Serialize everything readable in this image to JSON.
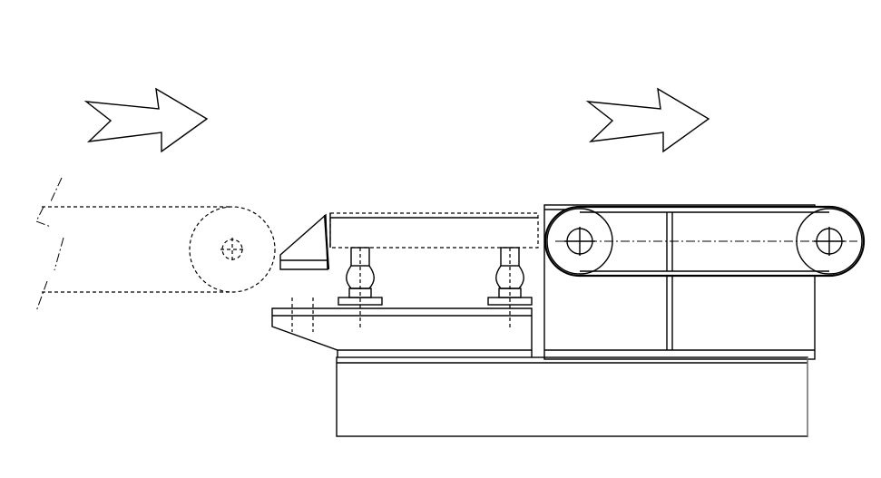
{
  "figure": {
    "kind": "technical-line-drawing",
    "subject": "conveyor-transfer-mechanism",
    "icons": {
      "flow_arrow": "hollow-double-chevron-arrow",
      "pulley_center": "crosshair-circle"
    },
    "colors": {
      "line": "#000000",
      "background": "#ffffff",
      "hidden_grey": "#888888"
    }
  }
}
